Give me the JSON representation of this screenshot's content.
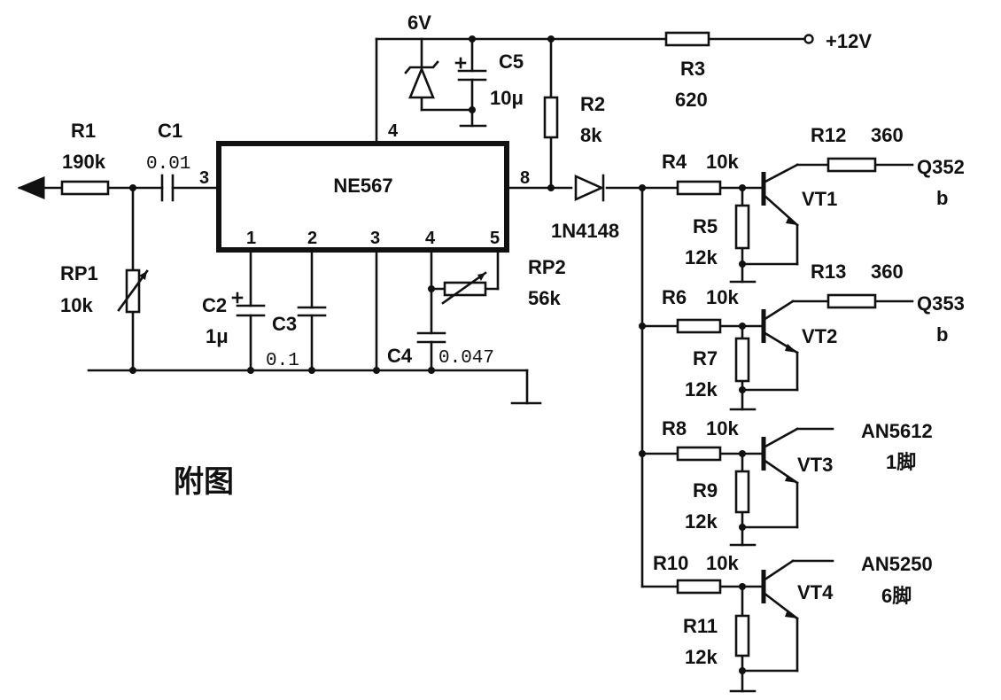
{
  "ic": {
    "name": "NE567",
    "pins": {
      "p3_left": "3",
      "p8": "8",
      "p4_top": "4",
      "p1": "1",
      "p2": "2",
      "p3": "3",
      "p4": "4",
      "p5": "5"
    }
  },
  "supply": {
    "zener_v": "6V",
    "vcc": "+12V"
  },
  "parts": {
    "R1": {
      "ref": "R1",
      "val": "190k"
    },
    "C1": {
      "ref": "C1",
      "val": "0.01"
    },
    "RP1": {
      "ref": "RP1",
      "val": "10k"
    },
    "C2": {
      "ref": "C2",
      "val": "1μ"
    },
    "C3": {
      "ref": "C3",
      "val": "0.1"
    },
    "C4": {
      "ref": "C4",
      "val": "0.047"
    },
    "RP2": {
      "ref": "RP2",
      "val": "56k"
    },
    "C5": {
      "ref": "C5",
      "val": "10μ"
    },
    "R2": {
      "ref": "R2",
      "val": "8k"
    },
    "R3": {
      "ref": "R3",
      "val": "620"
    },
    "D1": {
      "val": "1N4148"
    },
    "R4": {
      "ref": "R4",
      "val": "10k"
    },
    "R5": {
      "ref": "R5",
      "val": "12k"
    },
    "R6": {
      "ref": "R6",
      "val": "10k"
    },
    "R7": {
      "ref": "R7",
      "val": "12k"
    },
    "R8": {
      "ref": "R8",
      "val": "10k"
    },
    "R9": {
      "ref": "R9",
      "val": "12k"
    },
    "R10": {
      "ref": "R10",
      "val": "10k"
    },
    "R11": {
      "ref": "R11",
      "val": "12k"
    },
    "R12": {
      "ref": "R12",
      "val": "360"
    },
    "R13": {
      "ref": "R13",
      "val": "360"
    }
  },
  "transistors": {
    "VT1": "VT1",
    "VT2": "VT2",
    "VT3": "VT3",
    "VT4": "VT4"
  },
  "outputs": {
    "o1": {
      "name": "Q352",
      "pin": "b"
    },
    "o2": {
      "name": "Q353",
      "pin": "b"
    },
    "o3": {
      "name": "AN5612",
      "pin": "1脚"
    },
    "o4": {
      "name": "AN5250",
      "pin": "6脚"
    }
  },
  "caption": "附图"
}
